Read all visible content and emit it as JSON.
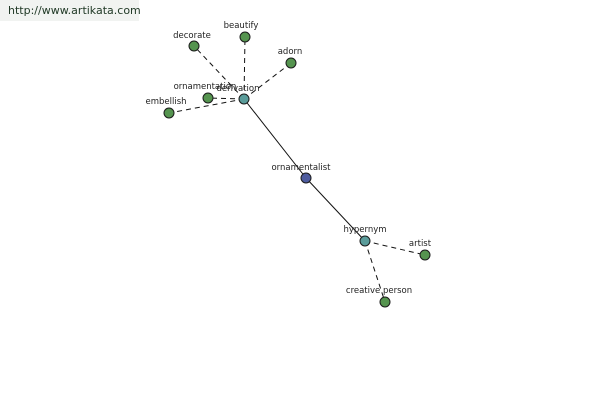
{
  "source": {
    "label": "http://www.artikata.com"
  },
  "colors": {
    "center_node": "#4e5c9f",
    "relation_node": "#5a9c9a",
    "leaf_node": "#55944f",
    "banner_bg": "#f1f3f1"
  },
  "graph": {
    "center": {
      "label": "ornamentalist",
      "kind": "center",
      "icon": "center-node-icon"
    },
    "relations": [
      {
        "label": "derivation",
        "kind": "relation",
        "icon": "relation-node-icon",
        "children": [
          {
            "label": "decorate",
            "kind": "leaf"
          },
          {
            "label": "beautify",
            "kind": "leaf"
          },
          {
            "label": "adorn",
            "kind": "leaf"
          },
          {
            "label": "ornamentation",
            "kind": "leaf"
          },
          {
            "label": "embellish",
            "kind": "leaf"
          }
        ]
      },
      {
        "label": "hypernym",
        "kind": "relation",
        "icon": "relation-node-icon",
        "children": [
          {
            "label": "artist",
            "kind": "leaf"
          },
          {
            "label": "creative person",
            "kind": "leaf"
          }
        ]
      }
    ]
  }
}
